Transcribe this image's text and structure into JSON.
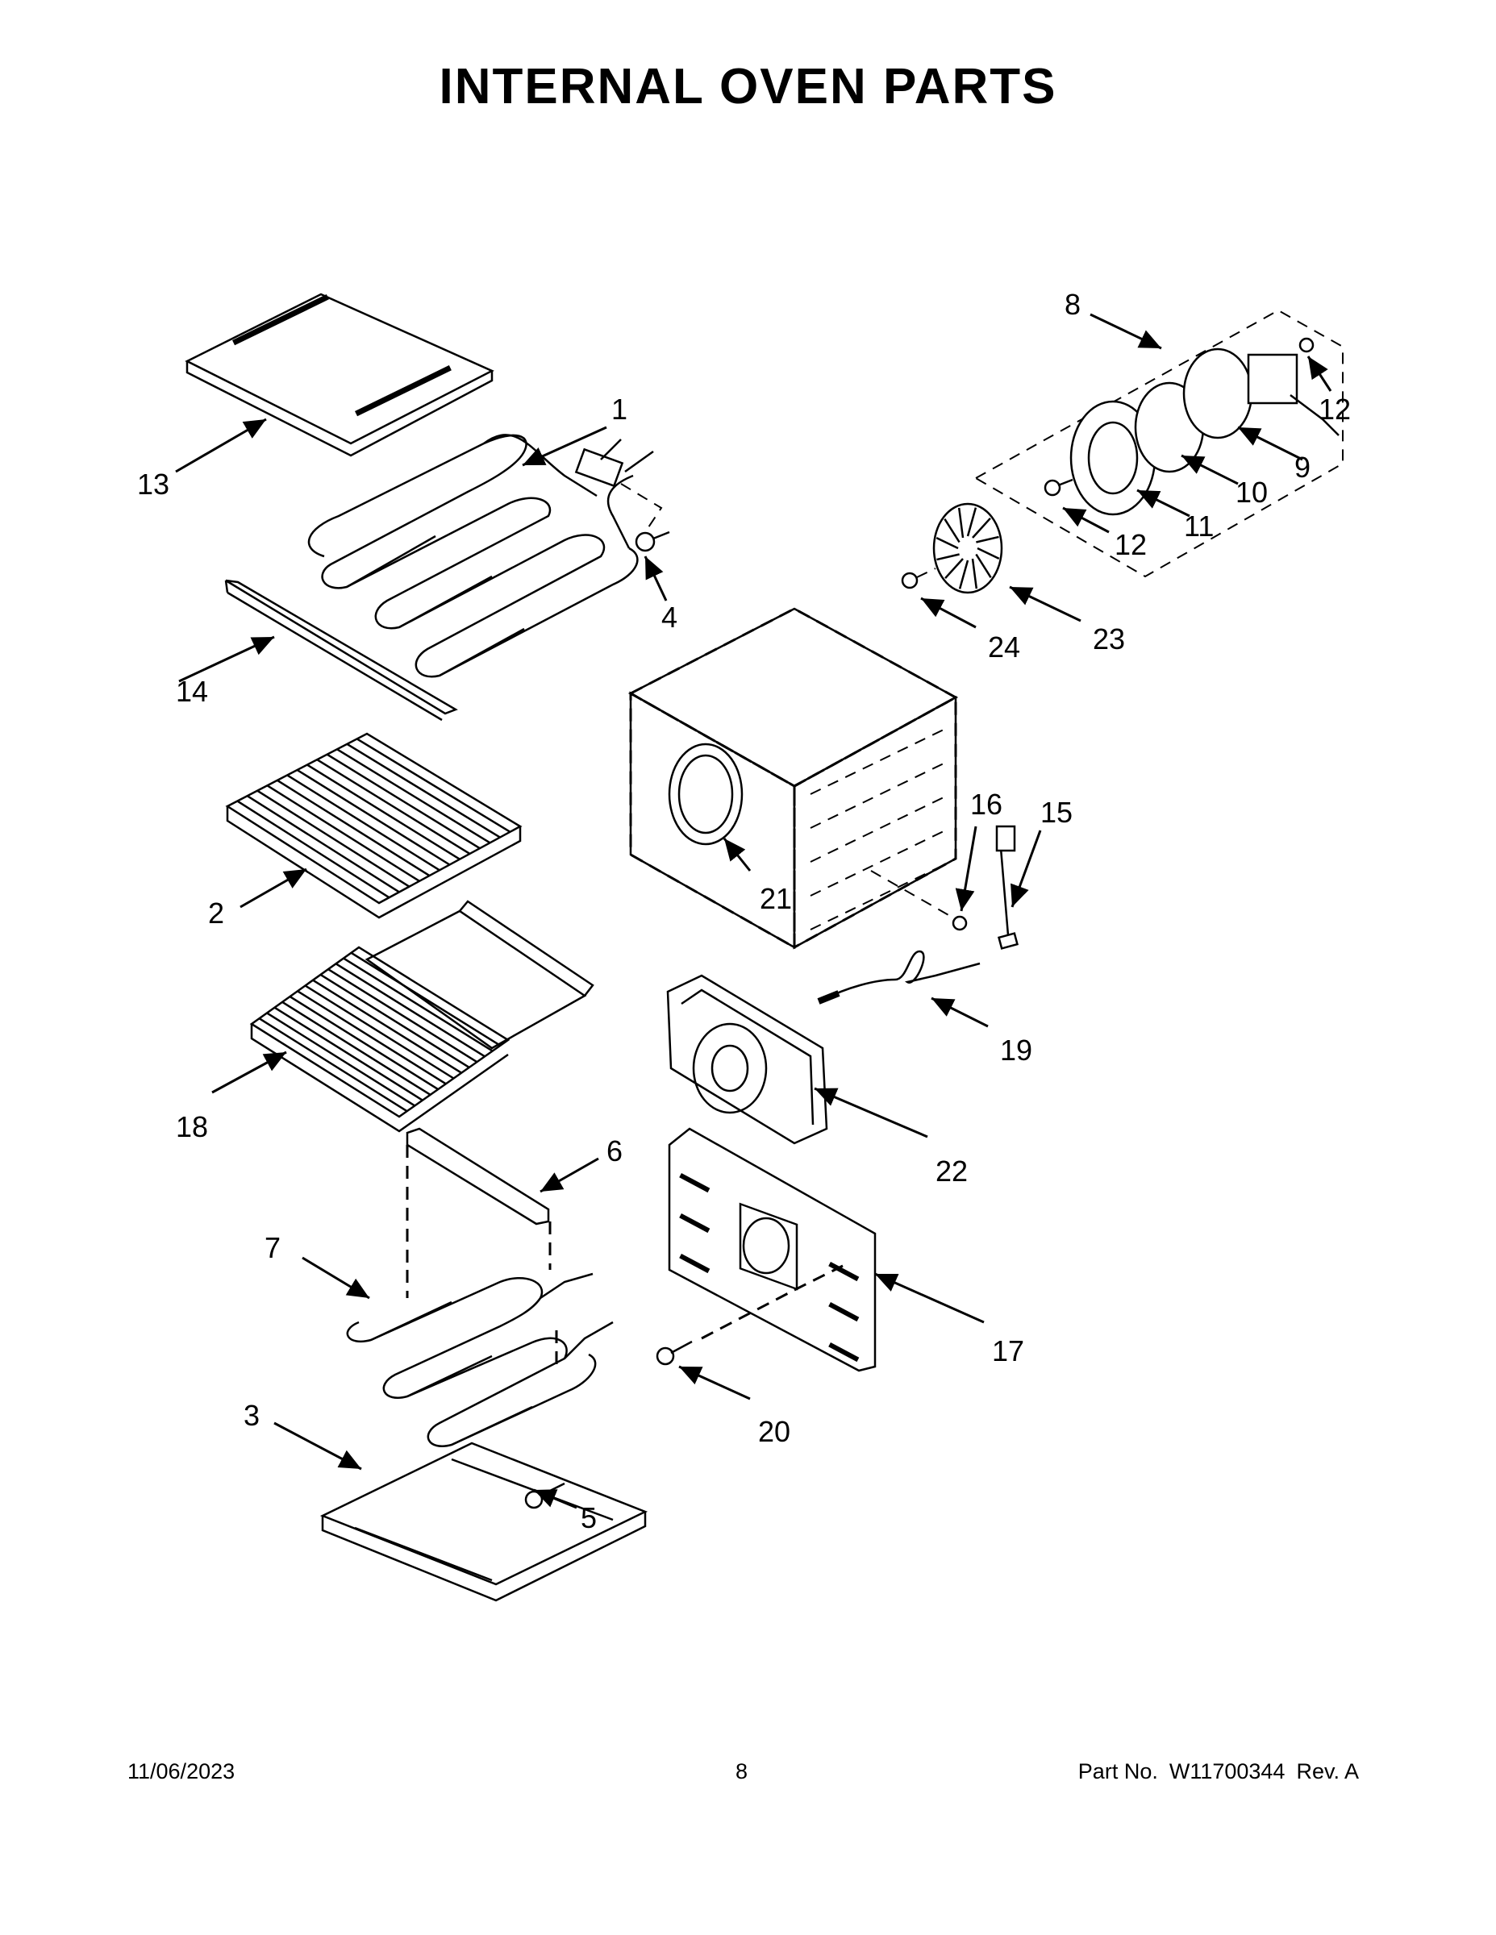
{
  "title": "INTERNAL OVEN PARTS",
  "callouts": [
    {
      "id": "c1",
      "text": "1"
    },
    {
      "id": "c2",
      "text": "2"
    },
    {
      "id": "c3",
      "text": "3"
    },
    {
      "id": "c4",
      "text": "4"
    },
    {
      "id": "c5",
      "text": "5"
    },
    {
      "id": "c6",
      "text": "6"
    },
    {
      "id": "c7",
      "text": "7"
    },
    {
      "id": "c8",
      "text": "8"
    },
    {
      "id": "c9",
      "text": "9"
    },
    {
      "id": "c10",
      "text": "10"
    },
    {
      "id": "c11",
      "text": "11"
    },
    {
      "id": "c12a",
      "text": "12"
    },
    {
      "id": "c12b",
      "text": "12"
    },
    {
      "id": "c13",
      "text": "13"
    },
    {
      "id": "c14",
      "text": "14"
    },
    {
      "id": "c15",
      "text": "15"
    },
    {
      "id": "c16",
      "text": "16"
    },
    {
      "id": "c17",
      "text": "17"
    },
    {
      "id": "c18",
      "text": "18"
    },
    {
      "id": "c19",
      "text": "19"
    },
    {
      "id": "c20",
      "text": "20"
    },
    {
      "id": "c21",
      "text": "21"
    },
    {
      "id": "c22",
      "text": "22"
    },
    {
      "id": "c23",
      "text": "23"
    },
    {
      "id": "c24",
      "text": "24"
    }
  ],
  "footer": {
    "date": "11/06/2023",
    "page": "8",
    "part_label": "Part No.",
    "part_number": "W11700344",
    "revision": "Rev. A"
  }
}
